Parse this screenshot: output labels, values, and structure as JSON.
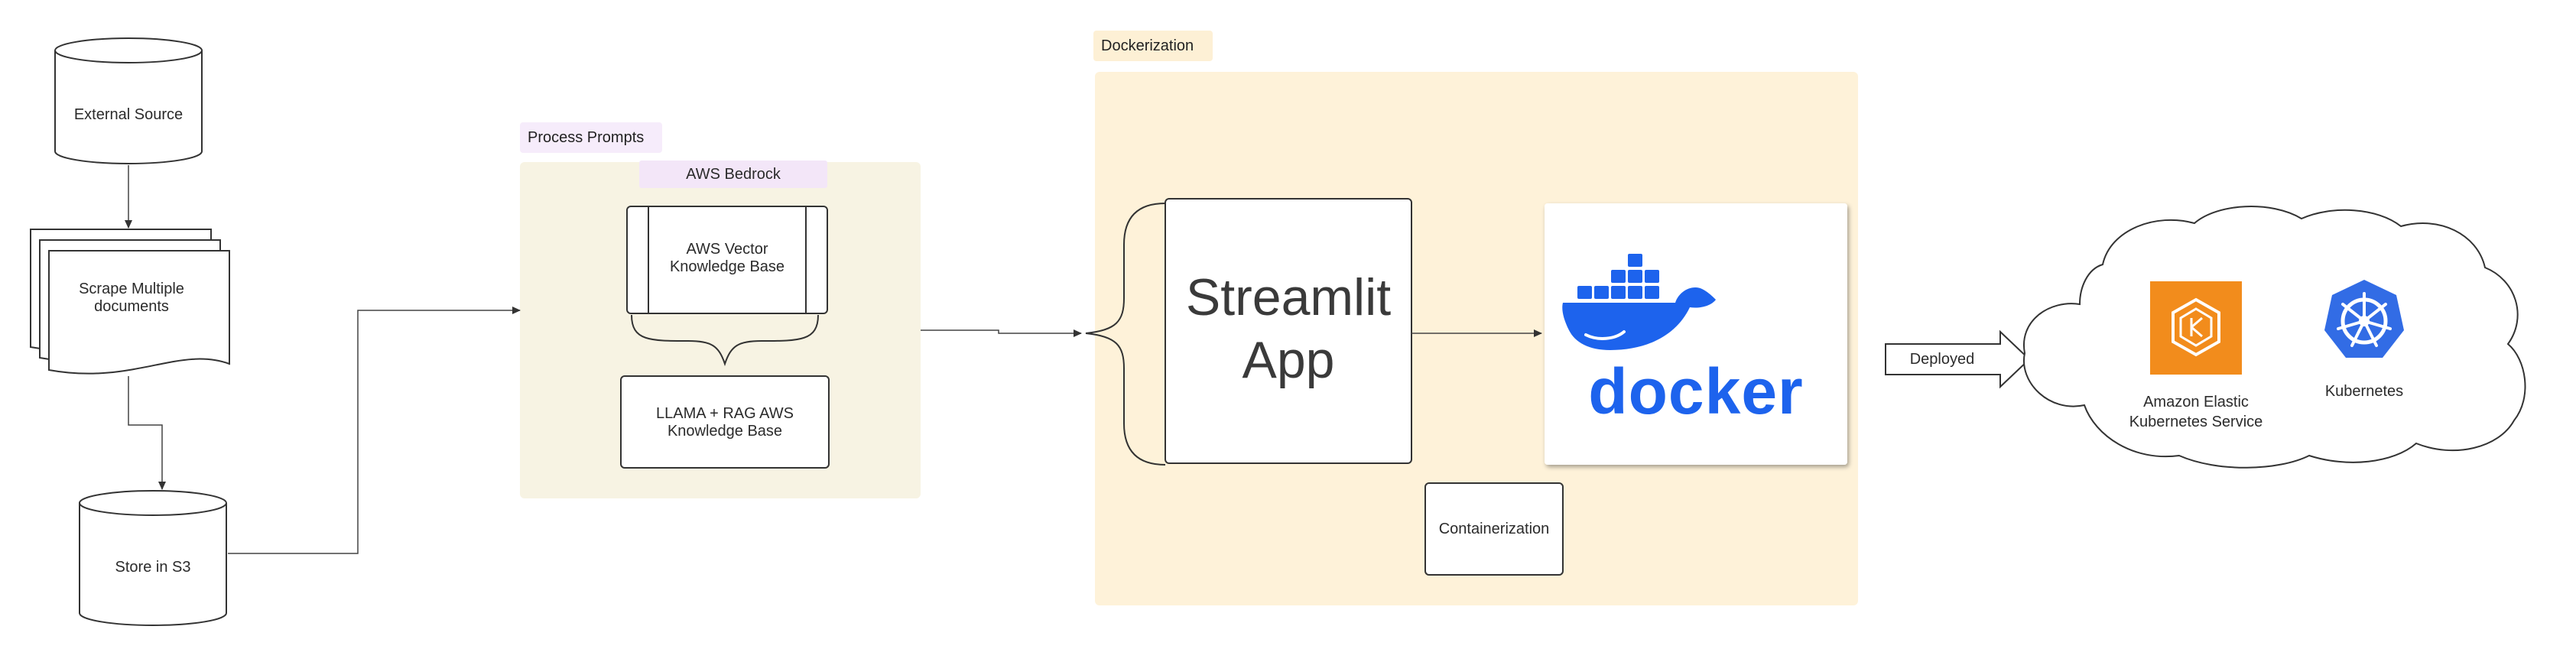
{
  "nodes": {
    "external_source": "External Source",
    "scrape_documents": "Scrape Multiple documents",
    "store_s3": "Store in S3",
    "aws_bedrock": "AWS Bedrock",
    "vector_kb": "AWS Vector Knowledge Base",
    "llama_rag": "LLAMA + RAG AWS Knowledge Base",
    "streamlit_app": "Streamlit App",
    "containerization": "Containerization",
    "docker_logo_text": "docker",
    "deployed": "Deployed",
    "eks": "Amazon Elastic Kubernetes Service",
    "kubernetes": "Kubernetes"
  },
  "containers": {
    "process_prompts": "Process Prompts",
    "dockerization": "Dockerization"
  },
  "colors": {
    "process_prompts_bg": "#f7f3e3",
    "process_prompts_tag": "#f6ecfb",
    "aws_bedrock_tag": "#f3e6f8",
    "dockerization_bg": "#fef2d9",
    "dockerization_tag": "#fdf0d5",
    "docker_blue": "#1d63ed",
    "eks_orange": "#f28c1c",
    "kubernetes_blue": "#326ce5",
    "stroke": "#333333"
  },
  "icons": [
    "docker-whale-icon",
    "eks-icon",
    "kubernetes-icon"
  ]
}
